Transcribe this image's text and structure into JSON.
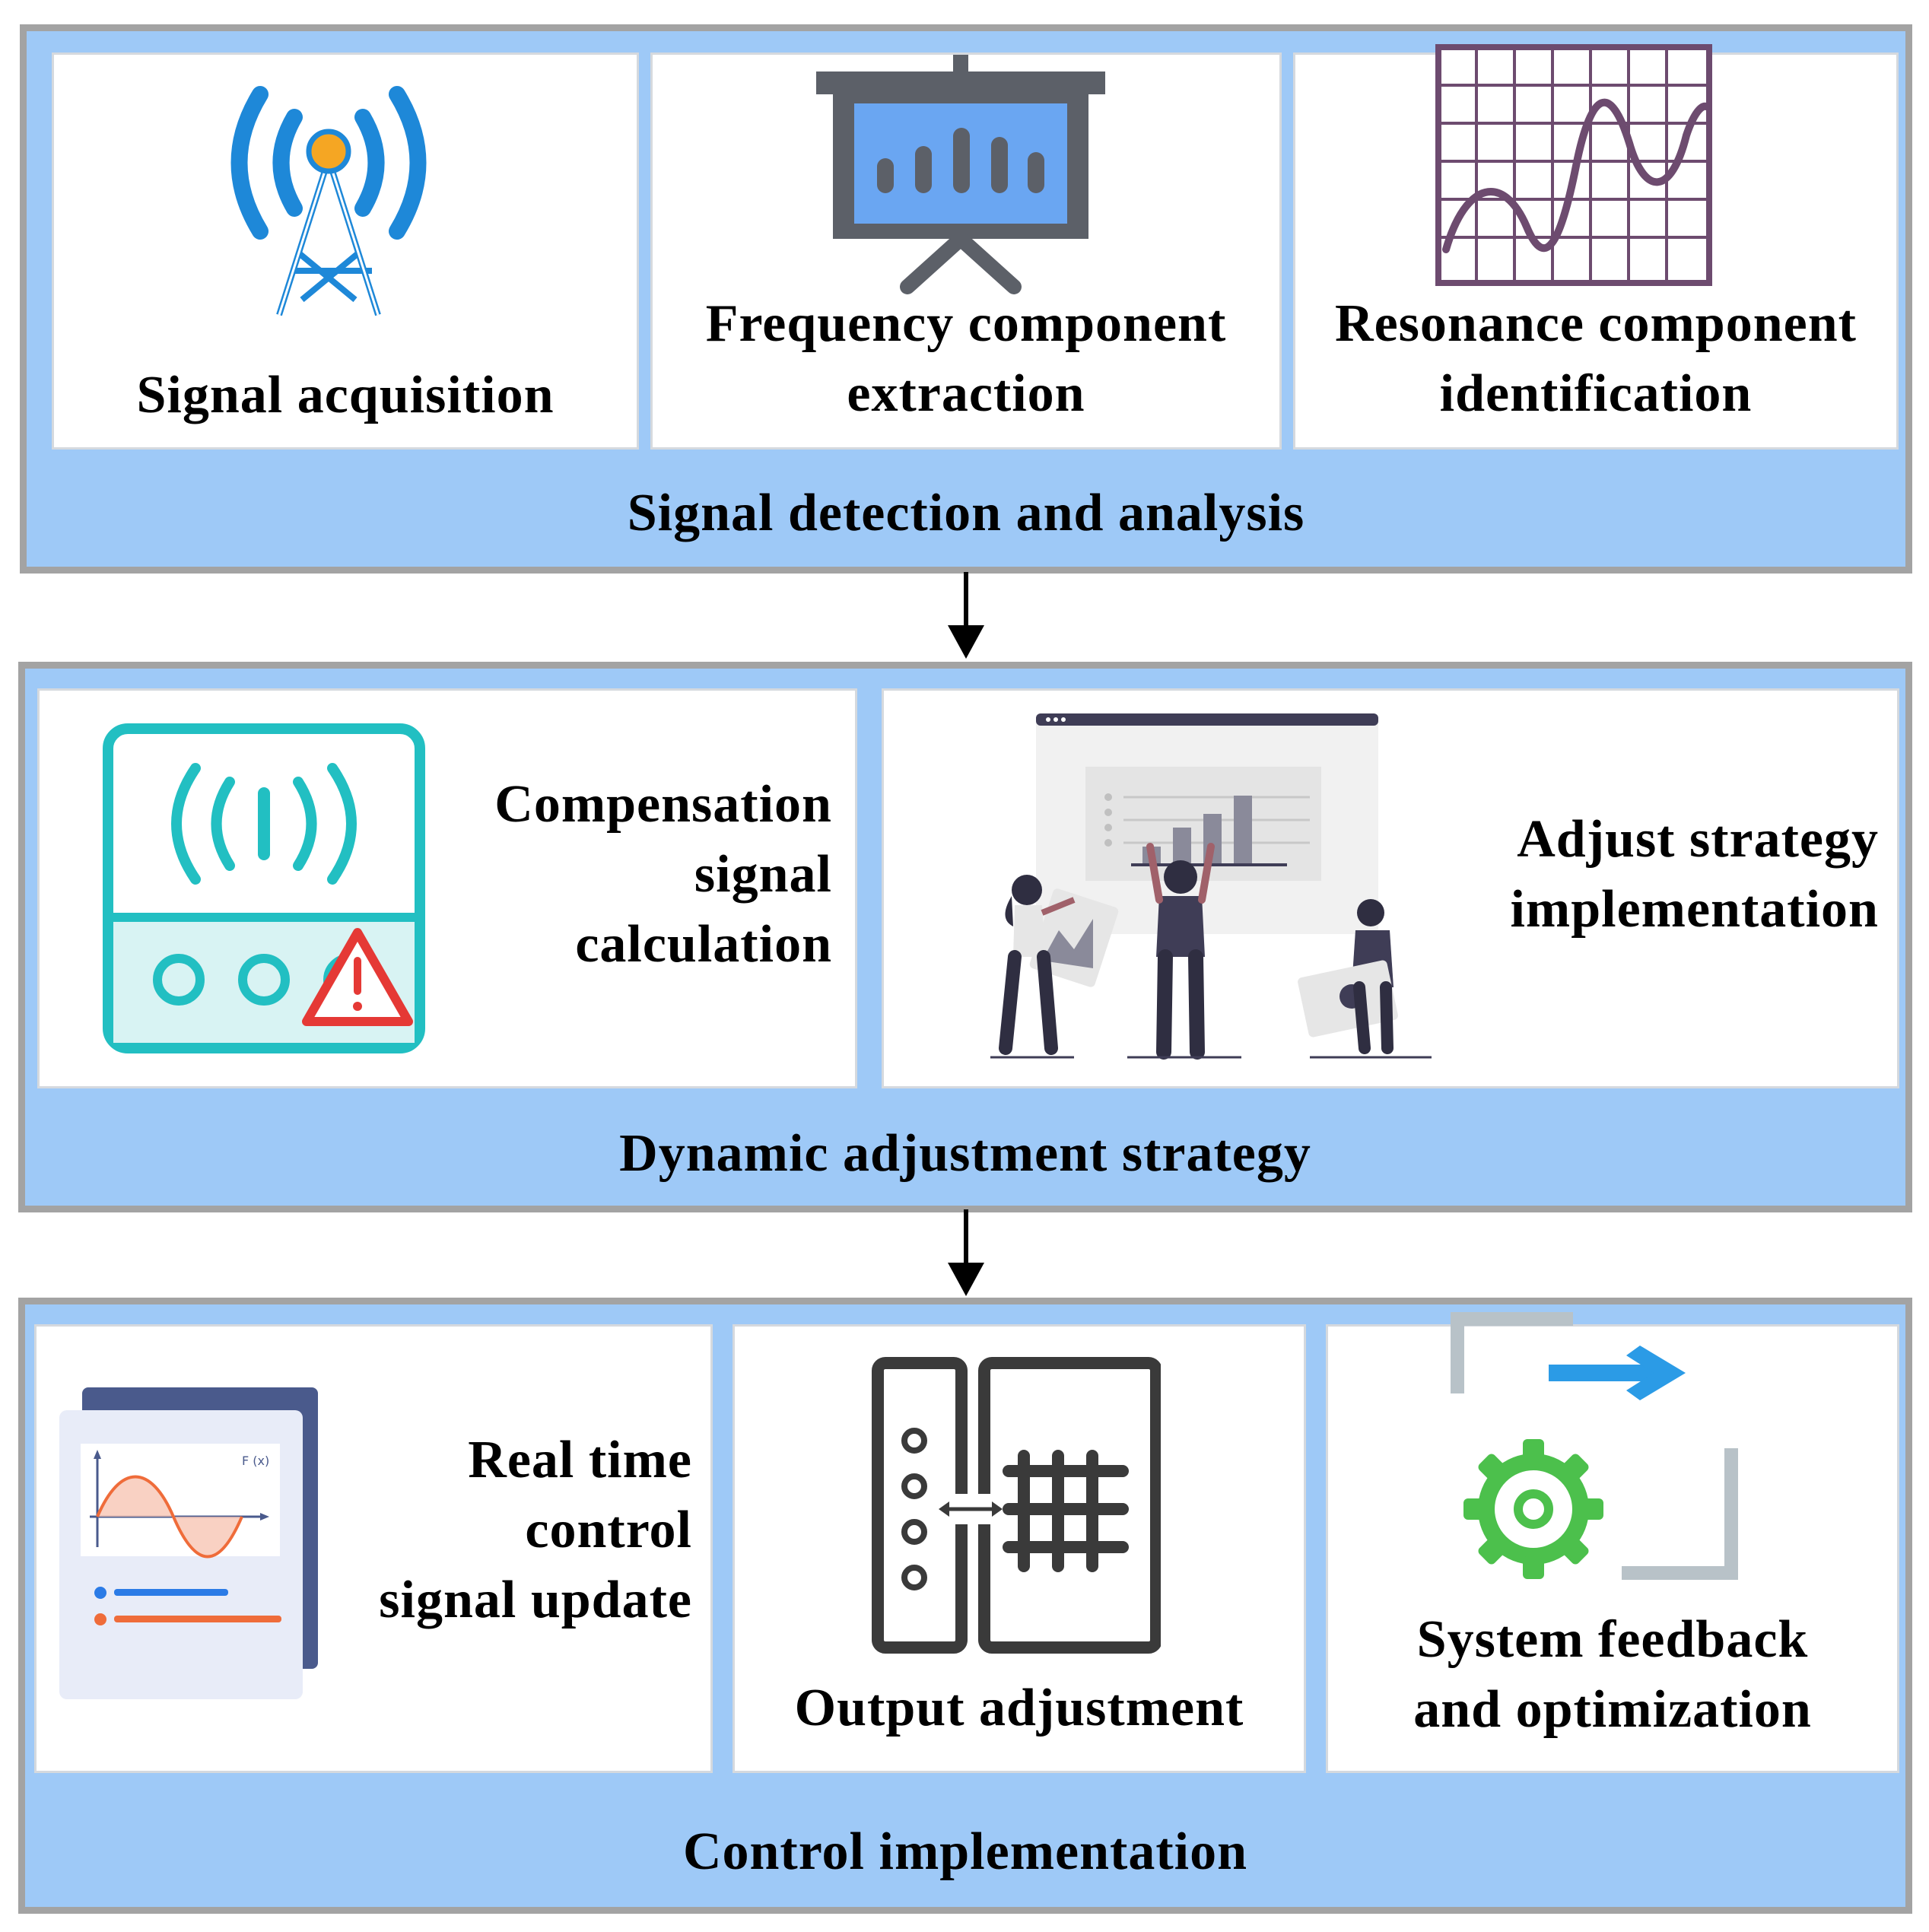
{
  "stages": [
    {
      "title": "Signal detection and analysis",
      "items": [
        {
          "label": "Signal acquisition",
          "icon": "radio-tower-icon"
        },
        {
          "label_lines": [
            "Frequency component",
            "extraction"
          ],
          "icon": "presentation-board-icon"
        },
        {
          "label_lines": [
            "Resonance component",
            "identification"
          ],
          "icon": "waveform-grid-icon"
        }
      ]
    },
    {
      "title": "Dynamic adjustment strategy",
      "items": [
        {
          "label_lines": [
            "Compensation",
            "signal",
            "calculation"
          ],
          "icon": "signal-meter-warning-icon"
        },
        {
          "label_lines": [
            "Adjust strategy",
            "implementation"
          ],
          "icon": "team-dashboard-illustration"
        }
      ]
    },
    {
      "title": "Control implementation",
      "items": [
        {
          "label_lines": [
            "Real time",
            "control",
            "signal update"
          ],
          "icon": "function-chart-document-icon",
          "icon_text": "F (x)"
        },
        {
          "label": "Output adjustment",
          "icon": "output-matrix-icon"
        },
        {
          "label_lines": [
            "System feedback",
            "and optimization"
          ],
          "icon": "gear-feedback-arrow-icon"
        }
      ]
    }
  ],
  "colors": {
    "panel_fill": "#9ec9f7",
    "panel_border": "#a3a3a3",
    "card_fill": "#ffffff",
    "tower_blue": "#1e88d8",
    "tower_orange": "#f5a623",
    "board_gray": "#5c6068",
    "board_blue": "#6aa6f2",
    "wave_purple": "#6d4b6f",
    "meter_teal": "#22bfc2",
    "warning_red": "#e53935",
    "doc_navy": "#4a5a8c",
    "doc_orange": "#ef6c3a",
    "matrix_dark": "#3a3a3a",
    "gear_green": "#4cc04c",
    "feedback_blue": "#2b9be6",
    "bracket_gray": "#b8c2c8"
  }
}
